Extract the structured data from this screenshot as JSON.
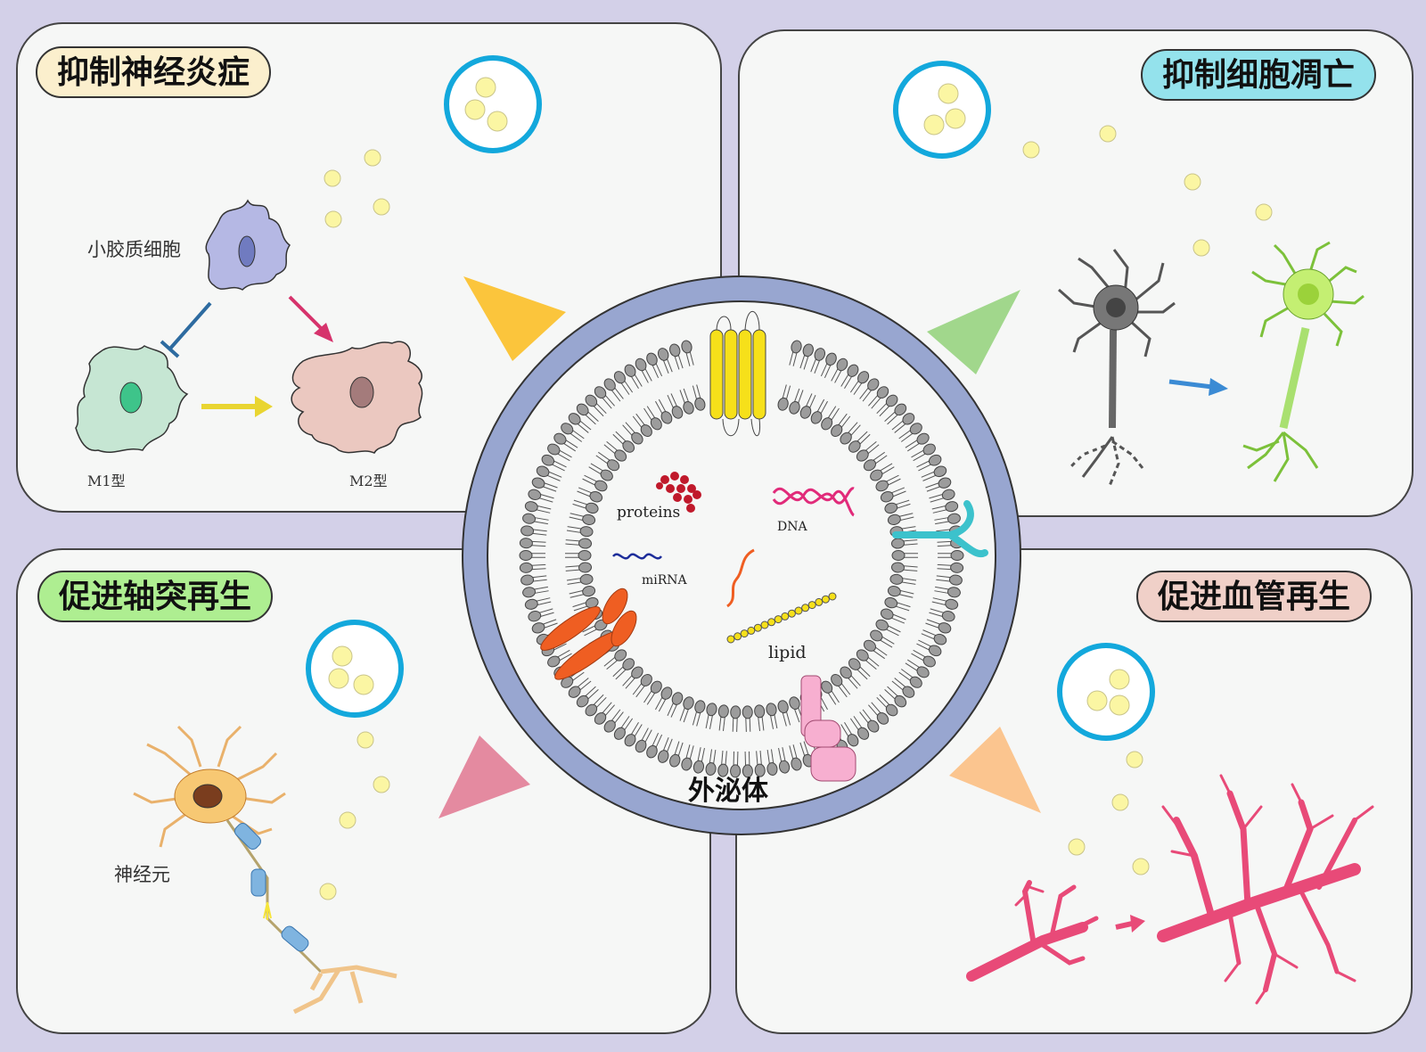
{
  "panels": {
    "top_left": {
      "title": "抑制神经炎症",
      "pill_color": "#fbefcd",
      "labels": {
        "microglia": "小胶质细胞",
        "m1": "M1型",
        "m2": "M2型"
      }
    },
    "top_right": {
      "title": "抑制细胞凋亡",
      "pill_color": "#94e2ec"
    },
    "bottom_left": {
      "title": "促进轴突再生",
      "pill_color": "#aeee91",
      "labels": {
        "neuron": "神经元"
      }
    },
    "bottom_right": {
      "title": "促进血管再生",
      "pill_color": "#f0d0c8"
    }
  },
  "center": {
    "title": "外泌体",
    "cargo": {
      "proteins": "proteins",
      "dna": "DNA",
      "mirna": "miRNA",
      "lipid": "lipid"
    }
  },
  "colors": {
    "background": "#d3d0e8",
    "panel": "#f6f7f6",
    "ring": "#98a6d0",
    "vesicle_ring": "#13a8dc",
    "particle": "#fbf6a3",
    "triangle_tl": "#fbc53c",
    "triangle_tr": "#a1d78c",
    "triangle_bl": "#e48aa0",
    "triangle_br": "#fbc58f"
  }
}
